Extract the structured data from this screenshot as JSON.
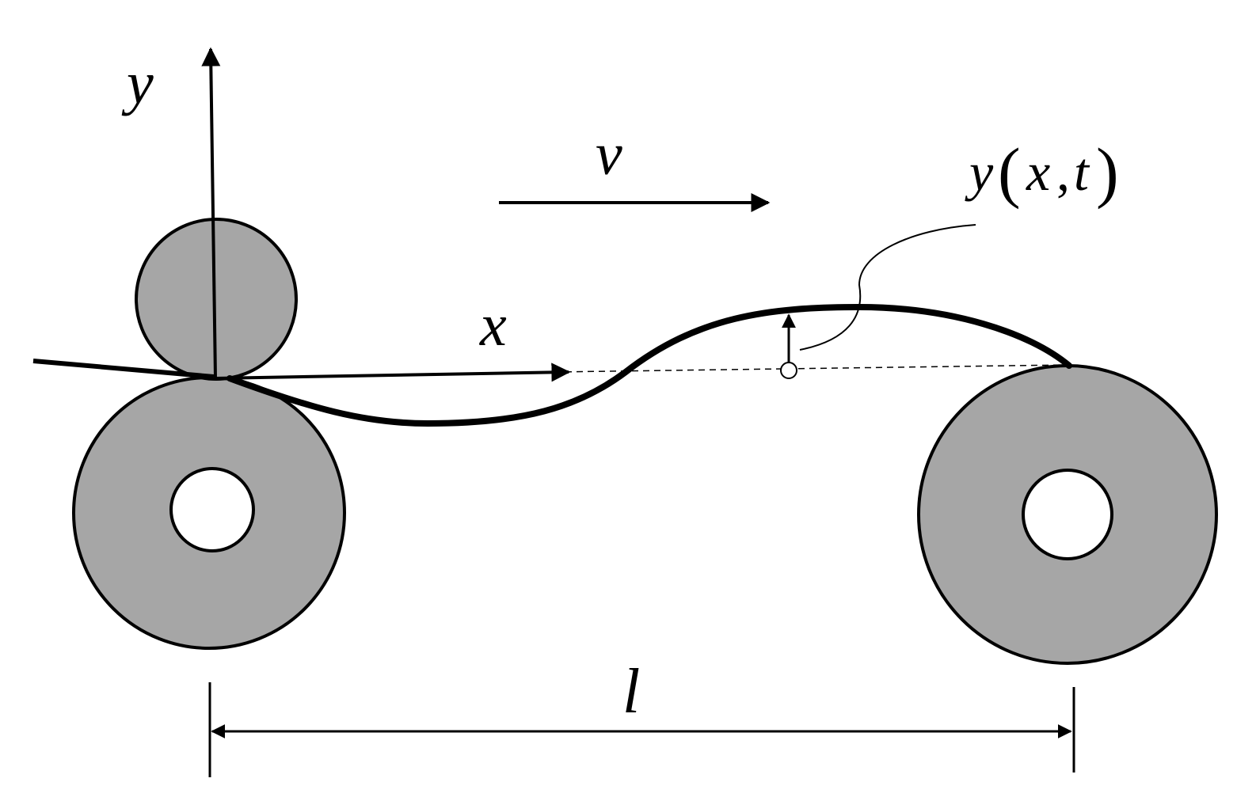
{
  "labels": {
    "y_axis": "y",
    "x_axis": "x",
    "velocity": "v",
    "displacement_func": "y",
    "displacement_arg_x": "x",
    "displacement_comma": ",",
    "displacement_arg_t": "t",
    "paren_open": "(",
    "paren_close": ")",
    "span_length": "l"
  },
  "colors": {
    "roller_fill": "#a6a6a6",
    "stroke": "#000000",
    "background": "#ffffff"
  }
}
